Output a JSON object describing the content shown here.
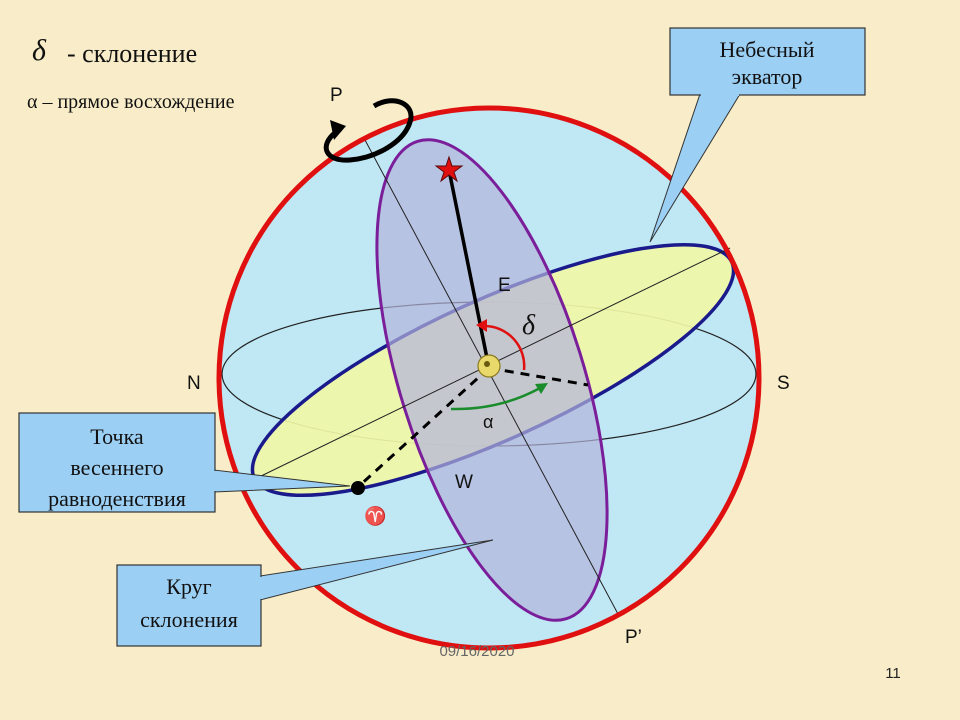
{
  "legend": {
    "delta_symbol": "δ",
    "delta_text": "- склонение",
    "alpha_text": "α – прямое восхождение"
  },
  "points": {
    "P": "P",
    "P_prime": "P’",
    "N": "N",
    "S": "S",
    "E": "E",
    "W": "W",
    "delta": "δ",
    "alpha": "α",
    "vernal_symbol": "♈"
  },
  "callouts": {
    "equator_line1": "Небесный",
    "equator_line2": "экватор",
    "equinox_line1": "Точка",
    "equinox_line2": "весеннего",
    "equinox_line3": "равноденствия",
    "decl_circle_line1": "Круг",
    "decl_circle_line2": "склонения"
  },
  "footer": {
    "date": "09/16/2020",
    "page_number": "11"
  },
  "colors": {
    "background": "#f8edc8",
    "sphere_fill": "#bfe8f4",
    "sphere_stroke": "#e01010",
    "equator_fill": "#f0f7a6",
    "equator_stroke": "#1a1a8c",
    "declination_fill": "#b4b4dc",
    "declination_stroke": "#7a1e9a",
    "callout_fill": "#9ccff4",
    "alpha_arc": "#1a8c2c",
    "delta_arc": "#e01010"
  }
}
